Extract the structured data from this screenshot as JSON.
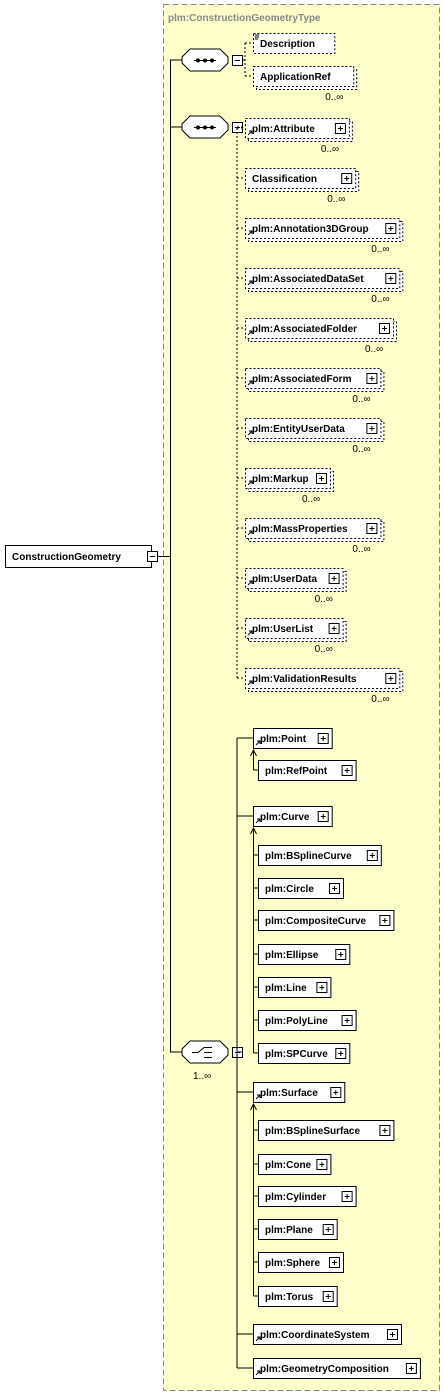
{
  "type_title": "plm:ConstructionGeometryType",
  "root": {
    "label": "ConstructionGeometry"
  },
  "sequence1": {
    "items": [
      {
        "label": "Description",
        "optional": true,
        "expandable": false,
        "occurrence": ""
      },
      {
        "label": "ApplicationRef",
        "optional": true,
        "expandable": false,
        "occurrence": "0..∞"
      }
    ]
  },
  "sequence2": {
    "items": [
      {
        "label": "plm:Attribute",
        "occurrence": "0..∞"
      },
      {
        "label": "Classification",
        "occurrence": "0..∞"
      },
      {
        "label": "plm:Annotation3DGroup",
        "occurrence": "0..∞"
      },
      {
        "label": "plm:AssociatedDataSet",
        "occurrence": "0..∞"
      },
      {
        "label": "plm:AssociatedFolder",
        "occurrence": "0..∞"
      },
      {
        "label": "plm:AssociatedForm",
        "occurrence": "0..∞"
      },
      {
        "label": "plm:EntityUserData",
        "occurrence": "0..∞"
      },
      {
        "label": "plm:Markup",
        "occurrence": "0..∞"
      },
      {
        "label": "plm:MassProperties",
        "occurrence": "0..∞"
      },
      {
        "label": "plm:UserData",
        "occurrence": "0..∞"
      },
      {
        "label": "plm:UserList",
        "occurrence": "0..∞"
      },
      {
        "label": "plm:ValidationResults",
        "occurrence": "0..∞"
      }
    ]
  },
  "choice": {
    "occurrence": "1..∞",
    "groups": [
      {
        "label": "plm:Point",
        "subs": [
          "plm:RefPoint"
        ]
      },
      {
        "label": "plm:Curve",
        "subs": [
          "plm:BSplineCurve",
          "plm:Circle",
          "plm:CompositeCurve",
          "plm:Ellipse",
          "plm:Line",
          "plm:PolyLine",
          "plm:SPCurve"
        ]
      },
      {
        "label": "plm:Surface",
        "subs": [
          "plm:BSplineSurface",
          "plm:Cone",
          "plm:Cylinder",
          "plm:Plane",
          "plm:Sphere",
          "plm:Torus"
        ]
      },
      {
        "label": "plm:CoordinateSystem",
        "subs": []
      },
      {
        "label": "plm:GeometryComposition",
        "subs": []
      }
    ]
  }
}
